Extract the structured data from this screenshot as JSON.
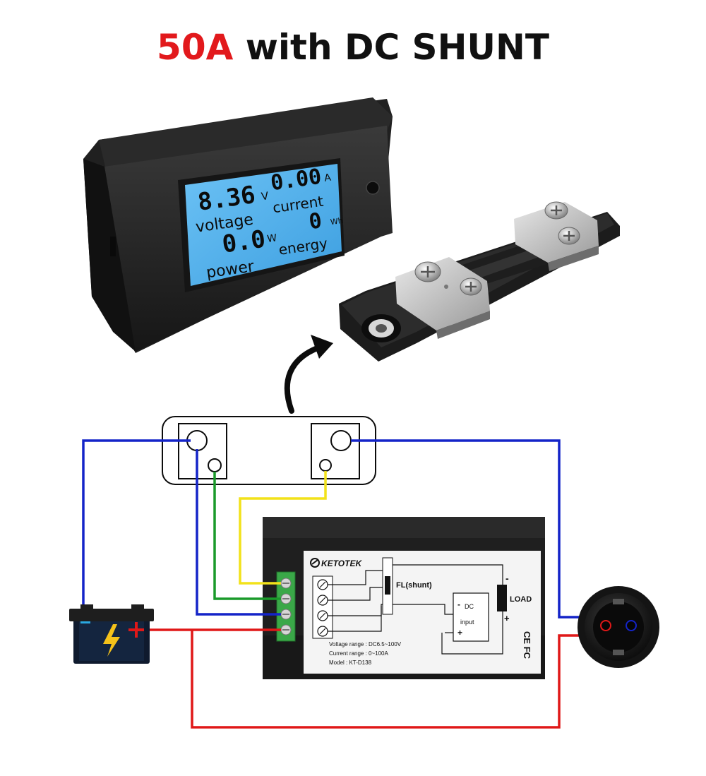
{
  "title": {
    "accent": "50A",
    "rest": " with DC SHUNT"
  },
  "meter_display": {
    "voltage_value": "8.36",
    "voltage_unit": "V",
    "voltage_label": "voltage",
    "current_value": "0.00",
    "current_unit": "A",
    "current_label": "current",
    "power_value": "0.0",
    "power_unit": "W",
    "power_label": "power",
    "energy_value": "0",
    "energy_unit": "Wh",
    "energy_label": "energy"
  },
  "module_label": {
    "brand": "KETOTEK",
    "shunt_label": "FL(shunt)",
    "load_label": "LOAD",
    "load_minus": "-",
    "load_plus": "+",
    "dc_input_line1": "DC",
    "dc_input_line2": "input",
    "dc_minus": "-",
    "dc_plus": "+",
    "voltage_range": "Voltage range : DC6.5~100V",
    "current_range": "Current range : 0~100A",
    "model": "Model : KT-D138",
    "cert": "CE FC"
  },
  "colors": {
    "accent_red": "#e2191c",
    "wire_blue": "#1424c8",
    "wire_green": "#1a9a2a",
    "wire_yellow": "#f2e21a",
    "wire_red": "#e01818",
    "lcd_blue": "#55b6f0",
    "terminal_green": "#3aa848"
  },
  "icons": [
    "arrow-icon",
    "battery-icon",
    "lightning-icon",
    "power-socket-icon"
  ]
}
